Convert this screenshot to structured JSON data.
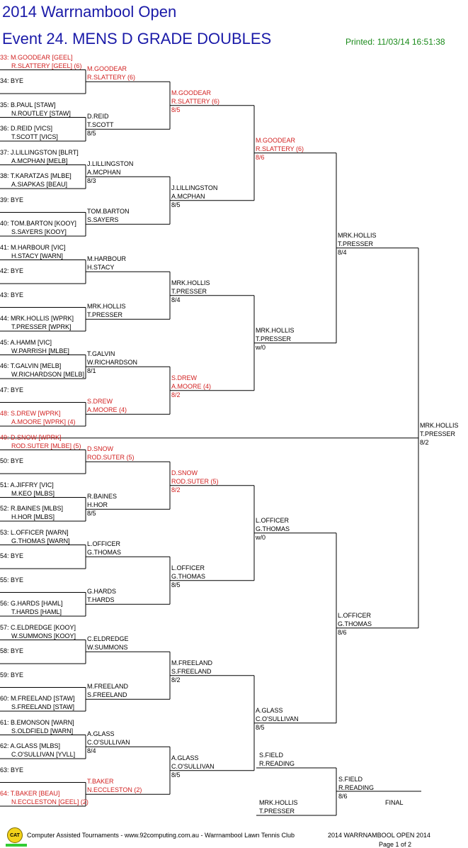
{
  "header": {
    "title": "2014 Warrnambool Open",
    "event": "Event 24. MENS D GRADE DOUBLES",
    "printed": "Printed: 11/03/14 16:51:38"
  },
  "round1": [
    {
      "a": "33: M.GOODEAR [GEEL]",
      "b": "R.SLATTERY [GEEL] (6)",
      "red": true
    },
    {
      "a": "34: BYE",
      "b": ""
    },
    {
      "a": "35: B.PAUL [STAW]",
      "b": "N.ROUTLEY [STAW]"
    },
    {
      "a": "36: D.REID [VICS]",
      "b": "T.SCOTT [VICS]"
    },
    {
      "a": "37: J.LILLINGSTON [BLRT]",
      "b": "A.MCPHAN [MELB]"
    },
    {
      "a": "38: T.KARATZAS [MLBE]",
      "b": "A.SIAPKAS [BEAU]"
    },
    {
      "a": "39: BYE",
      "b": ""
    },
    {
      "a": "40: TOM.BARTON [KOOY]",
      "b": "S.SAYERS [KOOY]"
    },
    {
      "a": "41: M.HARBOUR [VIC]",
      "b": "H.STACY [WARN]"
    },
    {
      "a": "42: BYE",
      "b": ""
    },
    {
      "a": "43: BYE",
      "b": ""
    },
    {
      "a": "44: MRK.HOLLIS [WPRK]",
      "b": "T.PRESSER [WPRK]"
    },
    {
      "a": "45: A.HAMM [VIC]",
      "b": "W.PARRISH [MLBE]"
    },
    {
      "a": "46: T.GALVIN [MELB]",
      "b": "W.RICHARDSON [MELB]"
    },
    {
      "a": "47: BYE",
      "b": ""
    },
    {
      "a": "48: S.DREW [WPRK]",
      "b": "A.MOORE [WPRK] (4)",
      "red": true
    },
    {
      "a": "49: D.SNOW [WPRK]",
      "b": "ROD.SUTER [MLBE] (5)",
      "red": true
    },
    {
      "a": "50: BYE",
      "b": ""
    },
    {
      "a": "51: A.JIFFRY [VIC]",
      "b": "M.KEO [MLBS]"
    },
    {
      "a": "52: R.BAINES [MLBS]",
      "b": "H.HOR [MLBS]"
    },
    {
      "a": "53: L.OFFICER [WARN]",
      "b": "G.THOMAS [WARN]"
    },
    {
      "a": "54: BYE",
      "b": ""
    },
    {
      "a": "55: BYE",
      "b": ""
    },
    {
      "a": "56: G.HARDS [HAML]",
      "b": "T.HARDS [HAML]"
    },
    {
      "a": "57: C.ELDREDGE [KOOY]",
      "b": "W.SUMMONS [KOOY]"
    },
    {
      "a": "58: BYE",
      "b": ""
    },
    {
      "a": "59: BYE",
      "b": ""
    },
    {
      "a": "60: M.FREELAND [STAW]",
      "b": "S.FREELAND [STAW]"
    },
    {
      "a": "61: B.EMONSON [WARN]",
      "b": "S.OLDFIELD [WARN]"
    },
    {
      "a": "62: A.GLASS [MLBS]",
      "b": "C.O'SULLIVAN [YVLL]"
    },
    {
      "a": "63: BYE",
      "b": ""
    },
    {
      "a": "64: T.BAKER [BEAU]",
      "b": "N.ECCLESTON [GEEL] (2)",
      "red": true
    }
  ],
  "round2": [
    {
      "a": "M.GOODEAR",
      "b": "R.SLATTERY (6)",
      "score": "",
      "red": true
    },
    {
      "a": "D.REID",
      "b": "T.SCOTT",
      "score": "8/5"
    },
    {
      "a": "J.LILLINGSTON",
      "b": "A.MCPHAN",
      "score": "8/3"
    },
    {
      "a": "TOM.BARTON",
      "b": "S.SAYERS",
      "score": ""
    },
    {
      "a": "M.HARBOUR",
      "b": "H.STACY",
      "score": ""
    },
    {
      "a": "MRK.HOLLIS",
      "b": "T.PRESSER",
      "score": ""
    },
    {
      "a": "T.GALVIN",
      "b": "W.RICHARDSON",
      "score": "8/1"
    },
    {
      "a": "S.DREW",
      "b": "A.MOORE (4)",
      "score": "",
      "red": true
    },
    {
      "a": "D.SNOW",
      "b": "ROD.SUTER (5)",
      "score": "",
      "red": true
    },
    {
      "a": "R.BAINES",
      "b": "H.HOR",
      "score": "8/5"
    },
    {
      "a": "L.OFFICER",
      "b": "G.THOMAS",
      "score": ""
    },
    {
      "a": "G.HARDS",
      "b": "T.HARDS",
      "score": ""
    },
    {
      "a": "C.ELDREDGE",
      "b": "W.SUMMONS",
      "score": ""
    },
    {
      "a": "M.FREELAND",
      "b": "S.FREELAND",
      "score": ""
    },
    {
      "a": "A.GLASS",
      "b": "C.O'SULLIVAN",
      "score": "8/4"
    },
    {
      "a": "T.BAKER",
      "b": "N.ECCLESTON (2)",
      "score": "",
      "red": true
    }
  ],
  "round3": [
    {
      "a": "M.GOODEAR",
      "b": "R.SLATTERY (6)",
      "score": "8/5",
      "red": true
    },
    {
      "a": "J.LILLINGSTON",
      "b": "A.MCPHAN",
      "score": "8/5"
    },
    {
      "a": "MRK.HOLLIS",
      "b": "T.PRESSER",
      "score": "8/4"
    },
    {
      "a": "S.DREW",
      "b": "A.MOORE (4)",
      "score": "8/2",
      "red": true
    },
    {
      "a": "D.SNOW",
      "b": "ROD.SUTER (5)",
      "score": "8/2",
      "red": true
    },
    {
      "a": "L.OFFICER",
      "b": "G.THOMAS",
      "score": "8/5"
    },
    {
      "a": "M.FREELAND",
      "b": "S.FREELAND",
      "score": "8/2"
    },
    {
      "a": "A.GLASS",
      "b": "C.O'SULLIVAN",
      "score": "8/5"
    }
  ],
  "round4": [
    {
      "a": "M.GOODEAR",
      "b": "R.SLATTERY (6)",
      "score": "8/6",
      "red": true
    },
    {
      "a": "MRK.HOLLIS",
      "b": "T.PRESSER",
      "score": "w/0"
    },
    {
      "a": "L.OFFICER",
      "b": "G.THOMAS",
      "score": "w/0"
    },
    {
      "a": "A.GLASS",
      "b": "C.O'SULLIVAN",
      "score": "8/5"
    }
  ],
  "round5": [
    {
      "a": "MRK.HOLLIS",
      "b": "T.PRESSER",
      "score": "8/4"
    },
    {
      "a": "L.OFFICER",
      "b": "G.THOMAS",
      "score": "8/6"
    }
  ],
  "round6": [
    {
      "a": "MRK.HOLLIS",
      "b": "T.PRESSER",
      "score": "8/2"
    }
  ],
  "final": {
    "top_a": "S.FIELD",
    "top_b": "R.READING",
    "bottom_a": "MRK.HOLLIS",
    "bottom_b": "T.PRESSER",
    "winner_a": "S.FIELD",
    "winner_b": "R.READING",
    "score": "8/6",
    "label": "FINAL"
  },
  "footer": {
    "logo": "CAT",
    "left": "Computer Assisted Tournaments - www.92computing.com.au -  Warrnambool Lawn Tennis Club",
    "right": "2014 WARRNAMBOOL OPEN 2014",
    "page": "Page 1 of 2"
  }
}
